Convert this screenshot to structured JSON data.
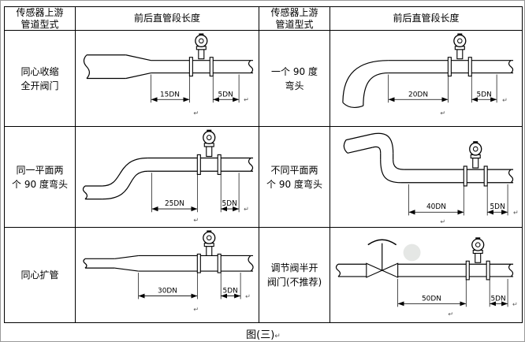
{
  "headers": [
    "传感器上游\n管道型式",
    "前后直管段长度",
    "传感器上游\n管道型式",
    "前后直管段长度"
  ],
  "rows": [
    {
      "left": {
        "label": "同心收缩\n全开阀门",
        "dims": [
          "15DN",
          "5DN"
        ]
      },
      "right": {
        "label": "一个 90 度\n弯头",
        "dims": [
          "20DN",
          "5DN"
        ]
      }
    },
    {
      "left": {
        "label": "同一平面两\n个 90 度弯头",
        "dims": [
          "25DN",
          "5DN"
        ]
      },
      "right": {
        "label": "不同平面两\n个 90 度弯头",
        "dims": [
          "40DN",
          "5DN"
        ]
      }
    },
    {
      "left": {
        "label": "同心扩管",
        "dims": [
          "30DN",
          "5DN"
        ]
      },
      "right": {
        "label": "调节阀半开\n阀门(不推荐)",
        "dims": [
          "50DN",
          "5DN"
        ]
      }
    }
  ],
  "caption": "图(三)",
  "marks": {
    "return": "↵"
  }
}
